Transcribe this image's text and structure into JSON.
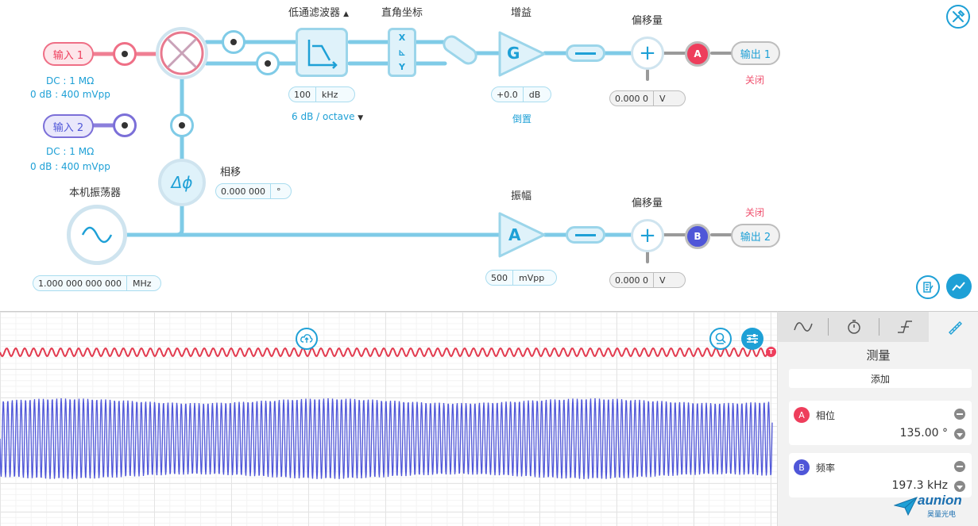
{
  "diagram": {
    "input1": {
      "label": "输入 1",
      "info1": "DC : 1 MΩ",
      "info2": "0 dB : 400 mVpp"
    },
    "input2": {
      "label": "输入 2",
      "info1": "DC : 1 MΩ",
      "info2": "0 dB : 400 mVpp"
    },
    "lowpass": {
      "title": "低通滤波器",
      "title_arrow": "▲",
      "value": "100",
      "unit": "kHz",
      "slope": "6 dB / octave",
      "slope_arrow": "▼"
    },
    "rect": {
      "title": "直角坐标",
      "x": "X",
      "y": "Y"
    },
    "gain": {
      "title": "增益",
      "symbol": "G",
      "value": "+0.0",
      "unit": "dB",
      "invert": "倒置"
    },
    "offset1": {
      "title": "偏移量",
      "value": "0.000 0",
      "unit": "V"
    },
    "offset2": {
      "title": "偏移量",
      "value": "0.000 0",
      "unit": "V"
    },
    "phase": {
      "title": "相移",
      "symbol": "Δϕ",
      "value": "0.000 000",
      "unit": "°"
    },
    "oscillator": {
      "title": "本机振荡器",
      "value": "1.000 000 000 000",
      "unit": "MHz"
    },
    "amplitude": {
      "title": "振幅",
      "symbol": "A",
      "value": "500",
      "unit": "mVpp"
    },
    "output1": {
      "label": "输出 1",
      "badge": "A",
      "status": "关闭"
    },
    "output2": {
      "label": "输出 2",
      "badge": "B",
      "status": "关闭"
    }
  },
  "scope": {
    "trigger_marker": "T"
  },
  "panel": {
    "tabs": [
      "sine-wave-icon",
      "stopwatch-icon",
      "trigger-edge-icon",
      "ruler-icon"
    ],
    "title": "测量",
    "add_label": "添加",
    "measurements": [
      {
        "badge": "A",
        "name": "相位",
        "value": "135.00 °"
      },
      {
        "badge": "B",
        "name": "频率",
        "value": "197.3 kHz"
      }
    ]
  },
  "brand": {
    "name": "aunion",
    "sub": "昊量光电"
  },
  "colors": {
    "accent": "#1ea0d6",
    "channel_a": "#ee3e5c",
    "channel_b": "#4f56d8",
    "input1_border": "#ef6f86",
    "input2_border": "#7b6fd8"
  }
}
